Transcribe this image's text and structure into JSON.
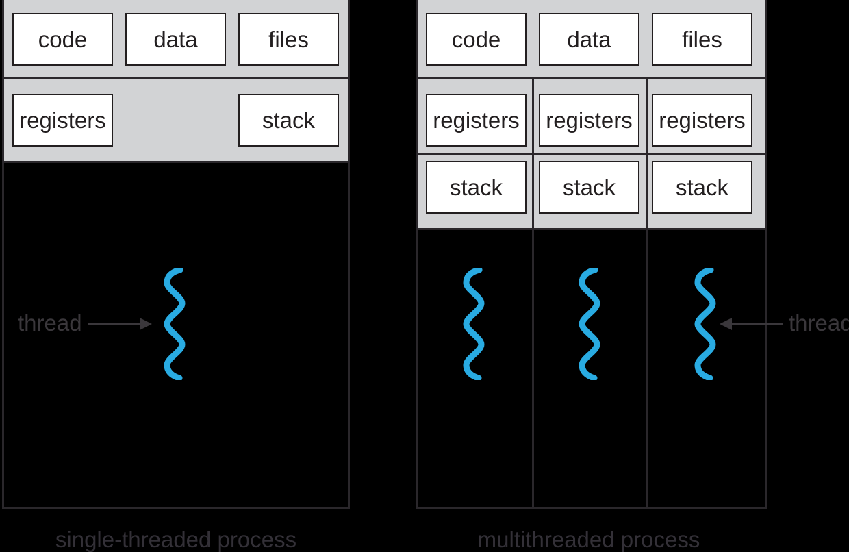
{
  "figure": {
    "left_panel": {
      "caption": "single-threaded process",
      "boxes": {
        "code": "code",
        "data": "data",
        "files": "files",
        "registers": "registers",
        "stack": "stack"
      },
      "thread": {
        "label": "thread"
      }
    },
    "right_panel": {
      "caption": "multithreaded process",
      "boxes": {
        "code": "code",
        "data": "data",
        "files": "files"
      },
      "columns": [
        {
          "registers": "registers",
          "stack": "stack"
        },
        {
          "registers": "registers",
          "stack": "stack"
        },
        {
          "registers": "registers",
          "stack": "stack"
        }
      ],
      "thread": {
        "label": "thread"
      }
    },
    "colors": {
      "background": "#000000",
      "panel_gray": "#d2d3d5",
      "panel_line": "#2a272b",
      "box_border": "#231f20",
      "thread_blue": "#29abe2",
      "annotation_gray": "#3a373b"
    }
  }
}
